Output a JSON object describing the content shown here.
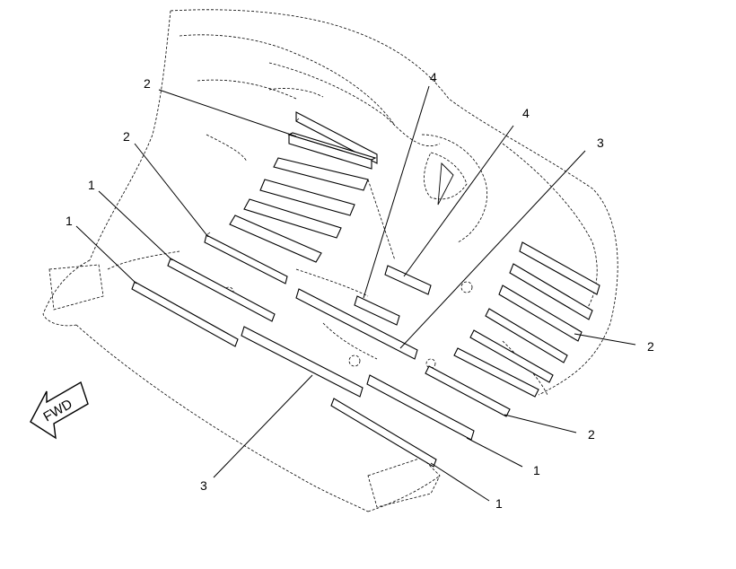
{
  "direction_label": "FWD",
  "callouts": [
    {
      "label": "2"
    },
    {
      "label": "2"
    },
    {
      "label": "1"
    },
    {
      "label": "1"
    },
    {
      "label": "4"
    },
    {
      "label": "4"
    },
    {
      "label": "3"
    },
    {
      "label": "2"
    },
    {
      "label": "2"
    },
    {
      "label": "1"
    },
    {
      "label": "1"
    },
    {
      "label": "3"
    }
  ]
}
